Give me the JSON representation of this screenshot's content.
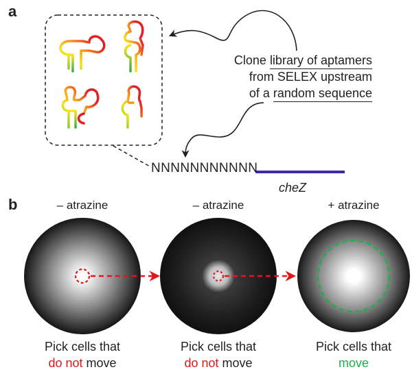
{
  "panels": {
    "a": {
      "letter": "a",
      "clone_text": {
        "line1_prefix": "Clone ",
        "line1_underlined": "library of aptamers",
        "line2": "from SELEX upstream",
        "line3_prefix": "of a ",
        "line3_underlined": "random sequence"
      },
      "sequence": "NNNNNNNNNNN",
      "gene": "cheZ",
      "colors": {
        "gene_bar": "#3b2aa8",
        "aptamer_gradient": [
          "#5fbf3a",
          "#f6e51b",
          "#f7941d",
          "#e31e24",
          "#a9649a",
          "#2e9ad6"
        ]
      }
    },
    "b": {
      "letter": "b",
      "plates": [
        {
          "condition": "– atrazine",
          "caption_line1": "Pick cells that",
          "caption_emph": "do not",
          "caption_rest": " move",
          "emph_color": "#e3171a",
          "ring_color": "#e3171a"
        },
        {
          "condition": "– atrazine",
          "caption_line1": "Pick cells that",
          "caption_emph": "do not",
          "caption_rest": " move",
          "emph_color": "#e3171a",
          "ring_color": "#e3171a"
        },
        {
          "condition": "+ atrazine",
          "caption_line1": "Pick cells that",
          "caption_emph": "move",
          "caption_rest": "",
          "emph_color": "#1cb04b",
          "ring_color": "#1cb04b"
        }
      ],
      "arrow_color": "#e3171a"
    }
  }
}
